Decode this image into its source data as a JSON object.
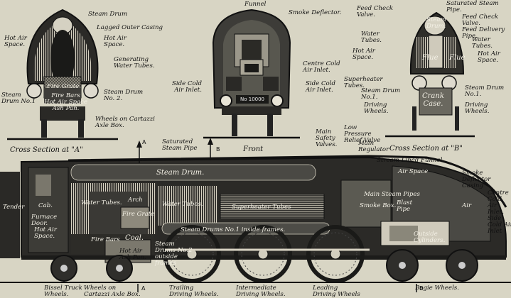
{
  "panels": {
    "section_a": "Cross Section at \"A\"",
    "front": "Front",
    "section_b": "Cross Section at \"B\""
  },
  "section_a_labels": {
    "steam_drum": "Steam Drum",
    "lagged_outer_casing": "Lagged Outer Casing",
    "hot_air_space_left": "Hot Air\nSpace.",
    "hot_air_space_right": "Hot Air\nSpace.",
    "generating_water_tubes": "Generating\nWater Tubes.",
    "steam_drum_no1": "Steam\nDrum No.1",
    "steam_drum_no2": "Steam Drum\nNo. 2.",
    "fire_grate": "Fire Grate",
    "fire_bars": "Fire Bars\nHot Air Space\nAsh Pan.",
    "wheels_cartazzi": "Wheels on Cartazzi\nAxle Box."
  },
  "front_labels": {
    "funnel": "Funnel",
    "smoke_deflector": "Smoke Deflector.",
    "centre_cold_air_inlet": "Centre Cold\nAir Inlet.",
    "side_cold_air_inlet_left": "Side Cold\nAir Inlet.",
    "side_cold_air_inlet_right": "Side Cold\nAir Inlet.",
    "number_plate": "No 10000"
  },
  "section_b_labels": {
    "feed_check_valve_left": "Feed Check\nValve.",
    "saturated_steam_pipe": "Saturated Steam\nPipe.",
    "feed_check_valve_right": "Feed Check\nValve.",
    "steam_drum": "Steam\nDrum.",
    "feed_delivery_pipe": "Feed Delivery\nPipe.",
    "water_tubes_left": "Water\nTubes.",
    "water_tubes_right": "Water\nTubes.",
    "hot_air_space_left": "Hot Air\nSpace.",
    "hot_air_space_right": "Hot Air\nSpace.",
    "flue_left": "Flue",
    "flue_right": "Flue",
    "superheater_tubes": "Superheater\nTubes.",
    "steam_drum_no1_left": "Steam Drum\nNo.1.",
    "steam_drum_no1_right": "Steam Drum\nNo.1.",
    "crank_case": "Crank\nCase.",
    "driving_wheels_left": "Driving\nWheels.",
    "driving_wheels_right": "Driving\nWheels."
  },
  "side_labels": {
    "section_marker_a_top": "A",
    "section_marker_b_top": "B",
    "section_marker_a_bottom": "A",
    "section_marker_b_bottom": "B",
    "saturated_steam_pipe": "Saturated\nSteam Pipe",
    "main_safety_valves": "Main\nSafety\nValves.",
    "low_pressure_relief_valve": "Low\nPressure\nRelief Valve",
    "main_regulator": "Main\nRegulator",
    "stream_lined_funnel": "Stream-Lined Funnel.",
    "air_space": "Air Space",
    "smoke_deflector_casing": "Smoke\nDeflector\nCasing",
    "steam_drum": "Steam Drum.",
    "tender": "Tender",
    "cab": "Cab.",
    "furnace_door": "Furnace\nDoor.",
    "hot_air_space": "Hot Air\nSpace.",
    "water_tubes_left": "Water Tubes.",
    "arch": "Arch",
    "fire_grate": "Fire Grate",
    "water_tubes_right": "Water Tubes.",
    "superheater_tubes": "Superheater Tubes",
    "main_steam_pipes": "Main Steam Pipes",
    "smoke_box": "Smoke Box.",
    "blast_pipe": "Blast\nPipe",
    "air": "Air",
    "centre_cold_air_inlet": "Centre\nCold\nAir\nInlet.",
    "side_cold_air_inlet": "Side\nCold Air\nInlet",
    "coal": "Coal.",
    "steam_drums_no1": "Steam Drums No.1 inside frames.",
    "fire_bars": "Fire Bars",
    "hot_air_ash_pan": "Hot Air\nAsh Pan.",
    "steam_drums_no2": "Steam\nDrums No.2\noutside\nframes",
    "outside_cylinders": "Outside\nCylinders.",
    "bissel_truck_wheels": "Bissel Truck\nWheels.",
    "wheels_cartazzi": "Wheels on\nCartazzi Axle Box.",
    "trailing_driving_wheels": "Trailing\nDriving Wheels.",
    "intermediate_driving_wheels": "Intermediate\nDriving Wheels.",
    "leading_driving_wheels": "Leading\nDriving Wheels",
    "bogie_wheels": "Bogie Wheels."
  },
  "colors": {
    "background": "#d8d5c4",
    "ink": "#111111",
    "body_dark": "#2a2a28",
    "body_mid": "#5b5a55",
    "tubes": "#cfcabb",
    "fire": "#8a8577"
  }
}
